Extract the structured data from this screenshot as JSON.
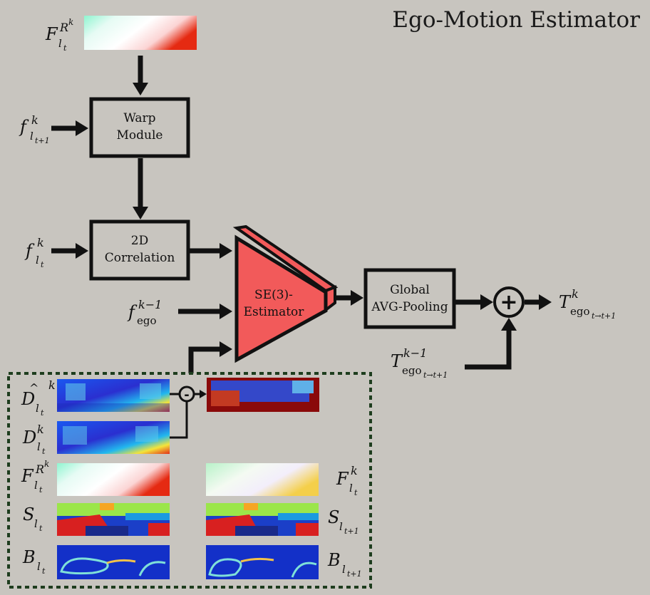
{
  "title": "Ego-Motion Estimator",
  "blocks": {
    "warp_line1": "Warp",
    "warp_line2": "Module",
    "corr_line1": "2D",
    "corr_line2": "Correlation",
    "se3_line1": "SE(3)-",
    "se3_line2": "Estimator",
    "pool_line1": "Global",
    "pool_line2": "AVG-Pooling",
    "plus": "+",
    "minus": "-"
  },
  "symbols": {
    "F": "F",
    "f": "f",
    "T": "T",
    "D": "D",
    "S": "S",
    "B": "B",
    "hat": "^",
    "k": "k",
    "Rk": "R",
    "km1": "k−1",
    "lt": "l",
    "t": "t",
    "t1": "t+1",
    "ego": "ego",
    "tt1": "t→t+1"
  },
  "colors": {
    "background": "#c8c5bf",
    "estimator": "#f25a5a",
    "inputs_border": "#1e3d1e"
  }
}
